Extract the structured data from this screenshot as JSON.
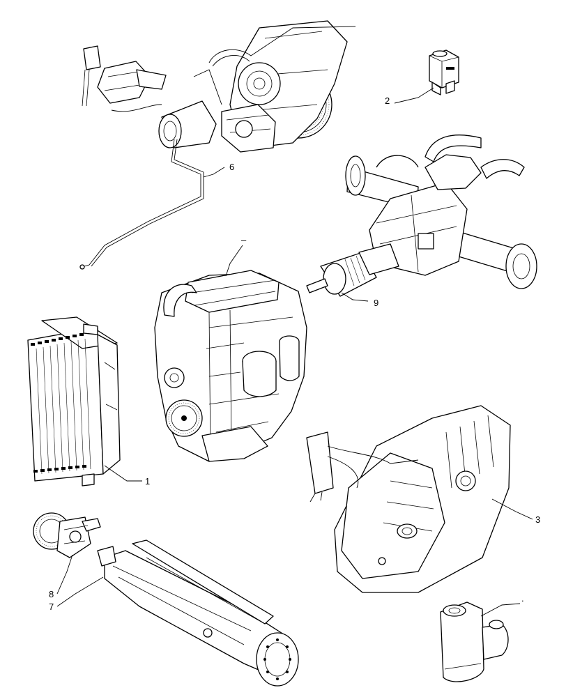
{
  "callouts": {
    "c1": "1",
    "c2": "2",
    "c3": "3",
    "c6": "6",
    "c7": "7",
    "c8": "8",
    "c9": "9",
    "c_dash": "–",
    "c_dot": "."
  }
}
